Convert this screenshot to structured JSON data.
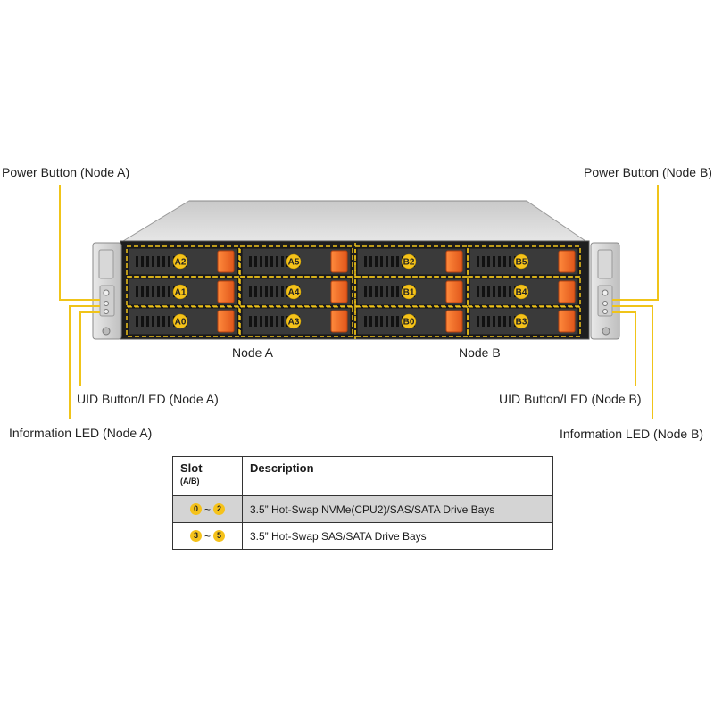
{
  "callouts": {
    "power_a": "Power Button (Node A)",
    "power_b": "Power Button (Node B)",
    "uid_a": "UID Button/LED (Node A)",
    "uid_b": "UID Button/LED (Node B)",
    "info_a": "Information  LED (Node A)",
    "info_b": "Information  LED (Node B)"
  },
  "nodes": {
    "a": "Node A",
    "b": "Node B"
  },
  "bays": {
    "row_top": [
      "A2",
      "A5",
      "B2",
      "B5"
    ],
    "row_mid": [
      "A1",
      "A4",
      "B1",
      "B4"
    ],
    "row_bot": [
      "A0",
      "A3",
      "B0",
      "B3"
    ]
  },
  "table": {
    "header_slot": "Slot",
    "header_slot_sub": "(A/B)",
    "header_desc": "Description",
    "rows": [
      {
        "from": "0",
        "to": "2",
        "sep": "~",
        "desc": "3.5” Hot-Swap NVMe(CPU2)/SAS/SATA  Drive Bays"
      },
      {
        "from": "3",
        "to": "5",
        "sep": "~",
        "desc": "3.5” Hot-Swap SAS/SATA  Drive Bays"
      }
    ]
  },
  "colors": {
    "callout_line": "#f0c419",
    "drive_handle": "#f26b21",
    "drive_label": "#f5c21a"
  }
}
